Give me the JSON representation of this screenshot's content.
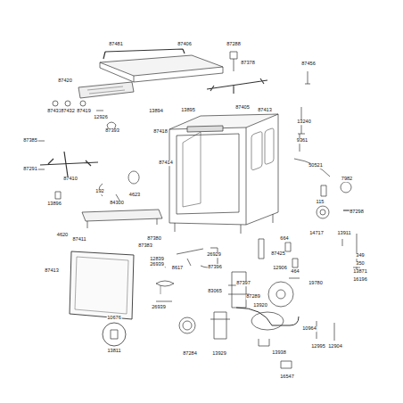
{
  "diagram": {
    "labels": [
      "87481",
      "87406",
      "87288",
      "87378",
      "87456",
      "87420",
      "87431",
      "87432",
      "87419",
      "12926",
      "13894",
      "13895",
      "87405",
      "87413",
      "13240",
      "87385",
      "87393",
      "87418",
      "87414",
      "9361",
      "87291",
      "87410",
      "13896",
      "192",
      "4623",
      "84300",
      "50521",
      "7982",
      "115",
      "87298",
      "4620",
      "87411",
      "87383",
      "87380",
      "14717",
      "664",
      "13911",
      "87425",
      "349",
      "350",
      "13871",
      "16196",
      "12839",
      "26939",
      "8617",
      "26929",
      "87396",
      "87413",
      "12906",
      "464",
      "83065",
      "87289",
      "87397",
      "19780",
      "13920",
      "26939",
      "10676",
      "10964",
      "12995",
      "12904",
      "13811",
      "87284",
      "13929",
      "13938",
      "16547"
    ]
  }
}
